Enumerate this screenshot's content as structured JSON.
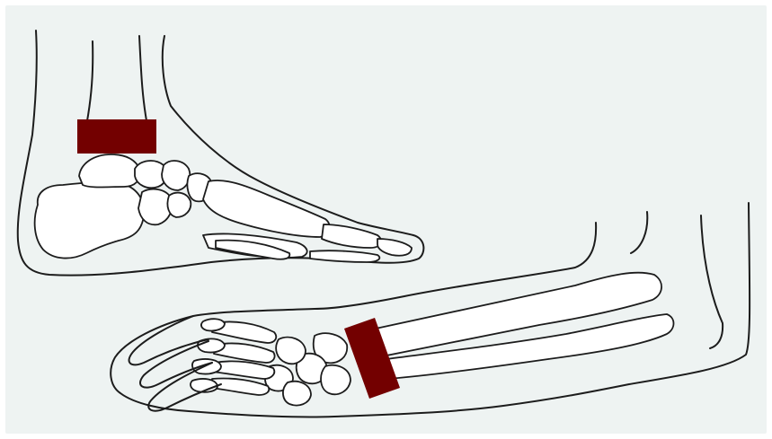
{
  "figure": {
    "background_color": "#eef3f2",
    "line_color": "#1c1c1c",
    "bone_fill": "#ffffff",
    "marker_color": "#730000",
    "panels": [
      {
        "id": "foot-lateral-view",
        "marker": "ankle-band-marker"
      },
      {
        "id": "wrist-hand-view",
        "marker": "wrist-band-marker"
      }
    ]
  }
}
